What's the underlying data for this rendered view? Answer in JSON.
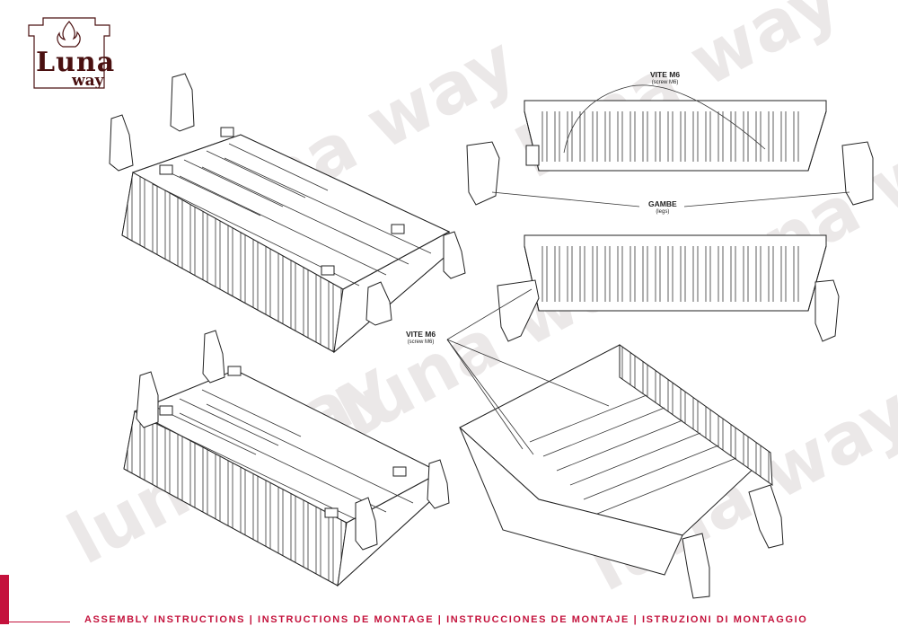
{
  "brand": {
    "logo_main": "Luna",
    "logo_sub": "way",
    "accent_color": "#c4123c",
    "logo_color": "#4a1010"
  },
  "watermark_text": "luna way",
  "footer": {
    "text": "ASSEMBLY INSTRUCTIONS | INSTRUCTIONS DE MONTAGE | INSTRUCCIONES DE MONTAJE | ISTRUZIONI DI MONTAGGIO"
  },
  "labels": {
    "screw_top": {
      "main": "VITE M6",
      "sub": "(screw M6)"
    },
    "legs": {
      "main": "GAMBE",
      "sub": "(legs)"
    },
    "screw_bottom": {
      "main": "VITE M6",
      "sub": "(screw M6)"
    }
  },
  "icons": {
    "logo": "flame-icon"
  }
}
